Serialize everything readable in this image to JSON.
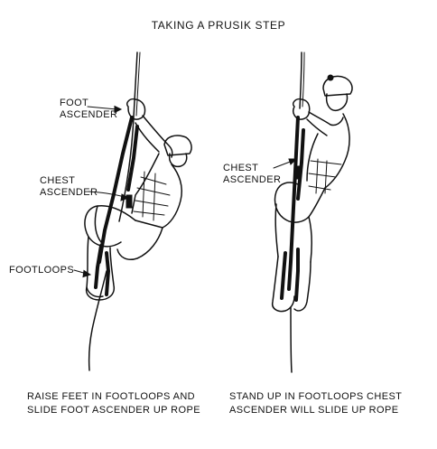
{
  "title": "TAKING A PRUSIK STEP",
  "labels": {
    "foot_ascender_line1": "FOOT",
    "foot_ascender_line2": "ASCENDER",
    "chest_ascender_left_line1": "CHEST",
    "chest_ascender_left_line2": "ASCENDER",
    "footloops": "FOOTLOOPS",
    "chest_ascender_right_line1": "CHEST",
    "chest_ascender_right_line2": "ASCENDER"
  },
  "captions": {
    "left_line1": "RAISE FEET IN FOOTLOOPS AND",
    "left_line2": "SLIDE FOOT ASCENDER UP ROPE",
    "right_line1": "STAND UP IN FOOTLOOPS CHEST",
    "right_line2": "ASCENDER WILL SLIDE UP ROPE"
  },
  "colors": {
    "ink": "#111111",
    "paper": "#ffffff"
  }
}
